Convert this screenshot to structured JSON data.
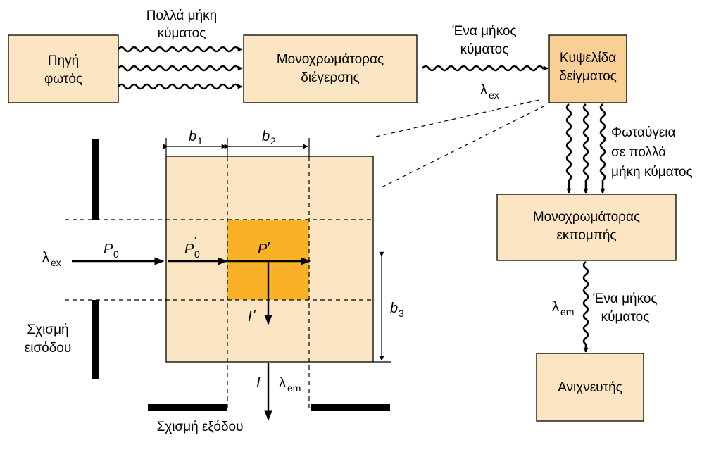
{
  "boxes": {
    "light_source": [
      "Πηγή",
      "φωτός"
    ],
    "excitation_mono": [
      "Μονοχρωμάτορας",
      "διέγερσης"
    ],
    "sample_cell": [
      "Κυψελίδα",
      "δείγματος"
    ],
    "emission_mono": [
      "Μονοχρωμάτορας",
      "εκπομπής"
    ],
    "detector": [
      "Ανιχνευτής"
    ]
  },
  "labels": {
    "many_wavelengths": [
      "Πολλά μήκη",
      "κύματος"
    ],
    "one_wavelength_top": [
      "Ένα μήκος",
      "κύματος"
    ],
    "fluorescence": [
      "Φωταύγεια",
      "σε πολλά",
      "μήκη κύματος"
    ],
    "one_wavelength_bottom": [
      "Ένα μήκος",
      "κύματος"
    ],
    "entrance_slit": [
      "Σχισμή",
      "εισόδου"
    ],
    "exit_slit": "Σχισμή εξόδου"
  },
  "symbols": {
    "lambda": "λ",
    "ex": "ex",
    "em": "em",
    "P": "P",
    "zero": "0",
    "prime": "′",
    "I": "I",
    "b": "b",
    "one": "1",
    "two": "2",
    "three": "3"
  },
  "colors": {
    "box_fill": "#fbe5c2",
    "sample_cell_fill": "#f8cf95",
    "illuminated_region": "#f9b128",
    "line": "#000000"
  }
}
